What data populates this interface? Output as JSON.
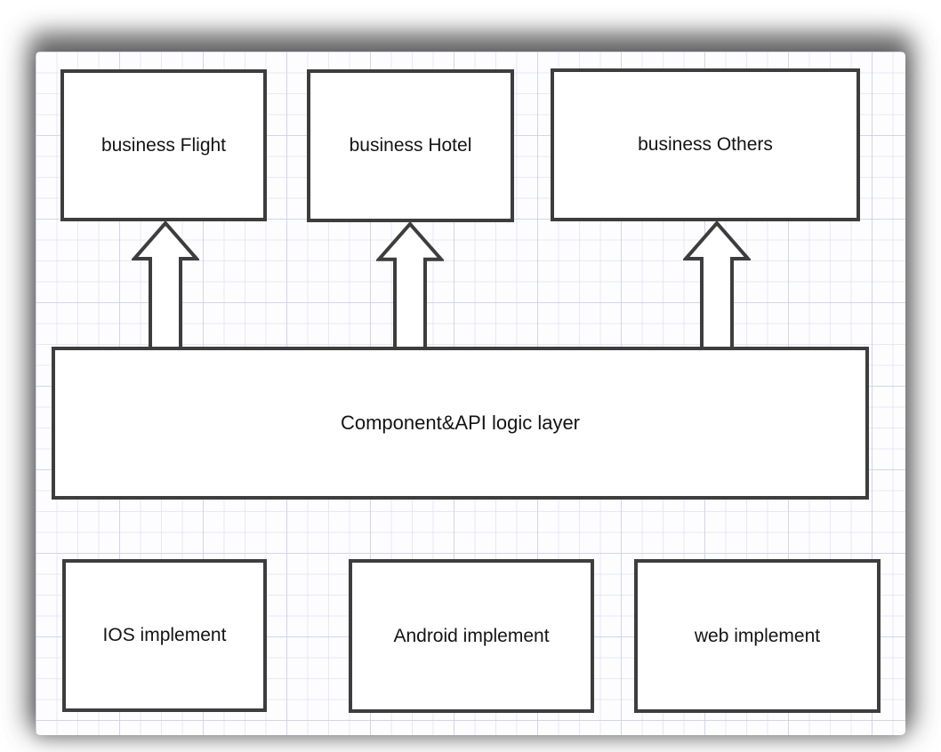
{
  "diagram": {
    "nodes": {
      "business_flight": {
        "label": "business Flight"
      },
      "business_hotel": {
        "label": "business Hotel"
      },
      "business_others": {
        "label": "business Others"
      },
      "logic_layer": {
        "label": "Component&API logic layer"
      },
      "ios": {
        "label": "IOS implement"
      },
      "android": {
        "label": "Android implement"
      },
      "web": {
        "label": "web implement"
      }
    },
    "arrows": [
      {
        "from": "logic_layer",
        "to": "business_flight",
        "direction": "up"
      },
      {
        "from": "logic_layer",
        "to": "business_hotel",
        "direction": "up"
      },
      {
        "from": "logic_layer",
        "to": "business_others",
        "direction": "up"
      }
    ],
    "colors": {
      "box_border": "#3d3d3d",
      "box_fill": "#ffffff",
      "text": "#141414",
      "grid_line_minor": "#e0e0f6",
      "grid_line_major": "#d0d0ee",
      "paper_background": "#fdfdff",
      "page_background": "#ffffff",
      "frame_shadow": "#2a2a2a"
    }
  }
}
